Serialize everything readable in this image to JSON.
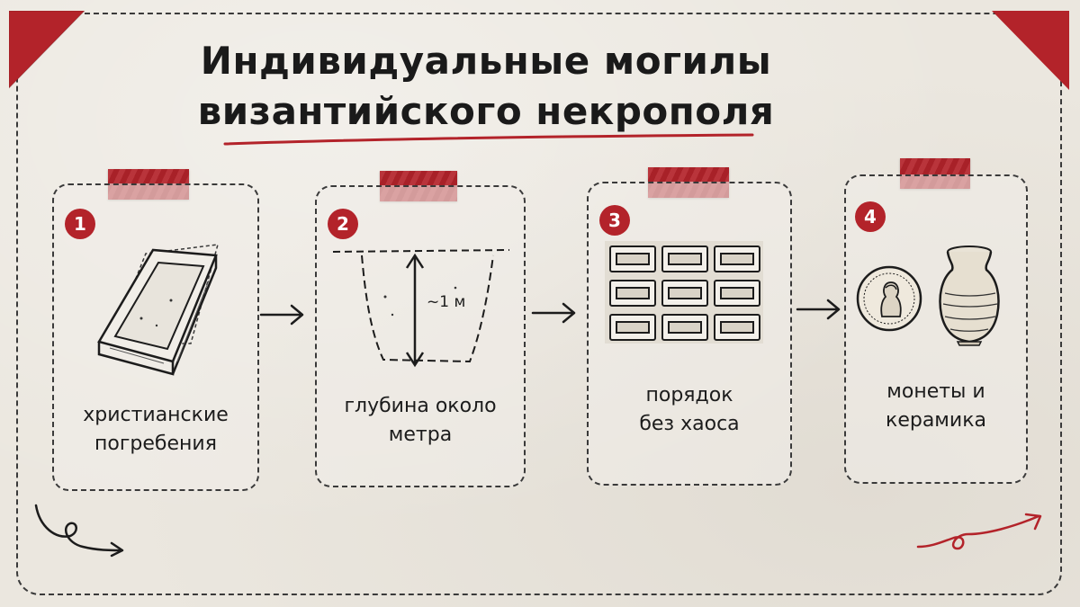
{
  "title": {
    "line1": "Индивидуальные могилы",
    "line2": "византийского некрополя"
  },
  "colors": {
    "accent": "#b3232a",
    "ink": "#1c1c1c",
    "paper": "#ebe7df"
  },
  "steps": [
    {
      "number": "1",
      "caption_line1": "христианские",
      "caption_line2": "погребения",
      "icon": "grave-pit-icon"
    },
    {
      "number": "2",
      "caption_line1": "глубина около",
      "caption_line2": "метра",
      "icon": "depth-section-icon",
      "depth_label": "~1 м"
    },
    {
      "number": "3",
      "caption_line1": "порядок",
      "caption_line2": "без хаоса",
      "icon": "grave-grid-icon"
    },
    {
      "number": "4",
      "caption_line1": "монеты и",
      "caption_line2": "керамика",
      "icon": "coin-and-vase-icon"
    }
  ]
}
